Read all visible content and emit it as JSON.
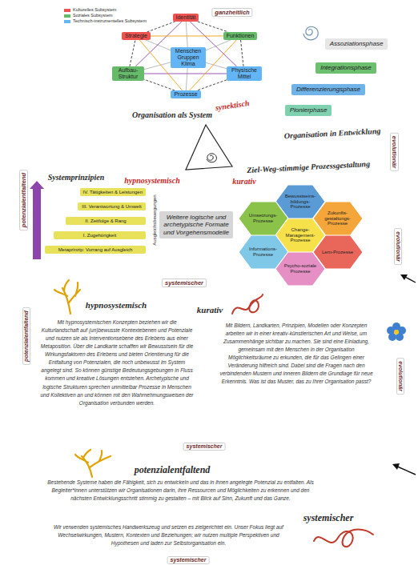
{
  "diagram": {
    "nodes": [
      {
        "text": [
          "ganzheitlich",
          "evolutionär",
          "potenzialentfaltend",
          "systemischer"
        ]
      },
      {
        "text": [
          "Identität"
        ],
        "in": 0
      },
      {
        "text": [
          "Strategie"
        ],
        "in": 0
      },
      {
        "text": [
          "Funktionen"
        ],
        "in": 0
      },
      {
        "text": [
          "Menschen Gruppen Klima"
        ],
        "in": 0
      },
      {
        "text": [
          "Aufbau-Struktur"
        ],
        "in": 0
      },
      {
        "text": [
          "Physische Mittel"
        ],
        "in": 0
      },
      {
        "text": [
          "Prozesse"
        ],
        "in": 0
      },
      {
        "text": [
          "Assoziationsphase"
        ],
        "in": 0
      },
      {
        "text": [
          "Integrationsphase"
        ],
        "in": 0
      },
      {
        "text": [
          "Differenzierungsphase"
        ],
        "in": 0
      },
      {
        "text": [
          "Pionierphase"
        ],
        "in": 0
      },
      {
        "text": [
          "IV. Tätigkeiten & Leistungen"
        ],
        "in": 0
      },
      {
        "text": [
          "III. Verantwortung & Umwelt"
        ],
        "in": 0
      },
      {
        "text": [
          "II. Zeitfolge & Rang"
        ],
        "in": 0
      },
      {
        "text": [
          "I. Zugehörigkeit"
        ],
        "in": 0
      },
      {
        "text": [
          "Metaprinzip: Vorrang auf Ausgleich"
        ],
        "in": 0
      },
      {
        "text": [
          "Bewusstseins-bildungs-Prozesse"
        ],
        "in": 0
      },
      {
        "text": [
          "Umsetzungs-Prozesse"
        ],
        "in": 0
      },
      {
        "text": [
          "Zukunfts-gestaltungs-Prozesse"
        ],
        "in": 0
      },
      {
        "text": [
          "Change-Management-Prozesse"
        ],
        "in": 0
      },
      {
        "text": [
          "Informations-Prozesse"
        ],
        "in": 0
      },
      {
        "text": [
          "Lern-Prozesse"
        ],
        "in": 0
      },
      {
        "text": [
          "Psycho-soziale Prozesse"
        ],
        "in": 0
      },
      {
        "text": [
          "Weitere logische und archetypische Formate und Vorgehensmodelle"
        ],
        "in": 0
      },
      {
        "text": [
          "hypnosystemisch",
          "Mit hypnosystemischen Konzepten beziehen wir die Kulturlandschaft auf (un)bewusste Kontextebenen und Potenziale und nutzen sie als Interventionsebene des Erlebens aus einer Metaposition. Über die Landkarte schaffen wir Bewusstsein für die Wirkungsfaktoren des Erlebens und bieten Orientierung für die Entfaltung von Potenzialen, die noch unbewusst im System angelegt sind. So können günstige Bedeutungsgebungen in Fluss kommen und kreative Lösungen entstehen. Archetypische und logische Strukturen sprechen unmittelbar Prozesse in Menschen und Kollektiven an und können mit den Wahrnehmungsweisen der Organisation verbunden werden.",
          "kurativ",
          "Mit Bildern, Landkarten, Prinzipien, Modellen oder Konzepten arbeiten wir in einer kreativ-künstlerischen Art und Weise, um Zusammenhänge sichtbar zu machen. Sie sind eine Einladung, gemeinsam mit den Menschen in der Organisation Möglichkeitsräume zu erkunden, die für das Gelingen einer Veränderung hilfreich sind. Dabei sind die Fragen nach den verbindenden Mustern und inneren Bildern die Grundlage für neue Erkenntnis. Was ist das Muster, das zu Ihrer Organisation passt?",
          "potenzialentfaltend",
          "evolutionär",
          "systemischer"
        ]
      },
      {
        "text": [
          "potenzialentfaltend",
          "Bestehende Systeme haben die Fähigkeit, sich zu entwickeln und das in ihnen angelegte Potenzial zu entfalten. Als Begleiter*innen unterstützen wir Organisationen darin, ihre Ressourcen und Möglichkeiten zu erkennen und den nächsten Entwicklungsschritt stimmig zu gestalten – mit Blick auf Sinn, Zukunft und das Ganze.",
          "systemischer",
          "Wir verwenden systemisches Handwerkszeug und setzen es zielgerichtet ein. Unser Fokus liegt auf Wechselwirkungen, Mustern, Kontexten und Beziehungen; wir nutzen multiple Perspektiven und Hypothesen und laden zur Selbstorganisation ein.",
          "evolutionär",
          "systemischer"
        ]
      }
    ],
    "edges": [
      {
        "from": 1,
        "to": 3,
        "arrow": "none"
      },
      {
        "from": 3,
        "to": 6,
        "arrow": "none"
      },
      {
        "from": 6,
        "to": 7,
        "arrow": "none"
      },
      {
        "from": 7,
        "to": 5,
        "arrow": "none"
      },
      {
        "from": 5,
        "to": 2,
        "arrow": "none"
      },
      {
        "from": 2,
        "to": 1,
        "arrow": "none"
      },
      {
        "from": 4,
        "to": 1,
        "arrow": "none"
      },
      {
        "from": 4,
        "to": 2,
        "arrow": "none"
      },
      {
        "from": 4,
        "to": 3,
        "arrow": "none"
      },
      {
        "from": 4,
        "to": 5,
        "arrow": "none"
      },
      {
        "from": 4,
        "to": 6,
        "arrow": "none"
      },
      {
        "from": 4,
        "to": 7,
        "arrow": "none"
      },
      {
        "from": 1,
        "to": 5,
        "arrow": "none"
      },
      {
        "from": 5,
        "to": 6,
        "arrow": "none"
      },
      {
        "from": 6,
        "to": 1,
        "arrow": "none"
      },
      {
        "from": 2,
        "to": 3,
        "arrow": "none"
      },
      {
        "from": 3,
        "to": 7,
        "arrow": "none"
      },
      {
        "from": 7,
        "to": 2,
        "arrow": "none"
      }
    ],
    "labels": [
      "Organisation als System",
      "synektisch",
      "Organisation in Entwicklung",
      "Systemprinzipien",
      "Ausgleichsbewegungen",
      "hypnosystemisch",
      "kurativ",
      "Ziel-Weg-stimmige Prozessgestaltung"
    ],
    "legend": [
      {
        "text": "Kulturelles Subsystem",
        "color": "#ef5350"
      },
      {
        "text": "Soziales Subsystem",
        "color": "#66bb6a"
      },
      {
        "text": "Technisch-instrumentelles Subsystem",
        "color": "#64b5f6"
      }
    ]
  }
}
